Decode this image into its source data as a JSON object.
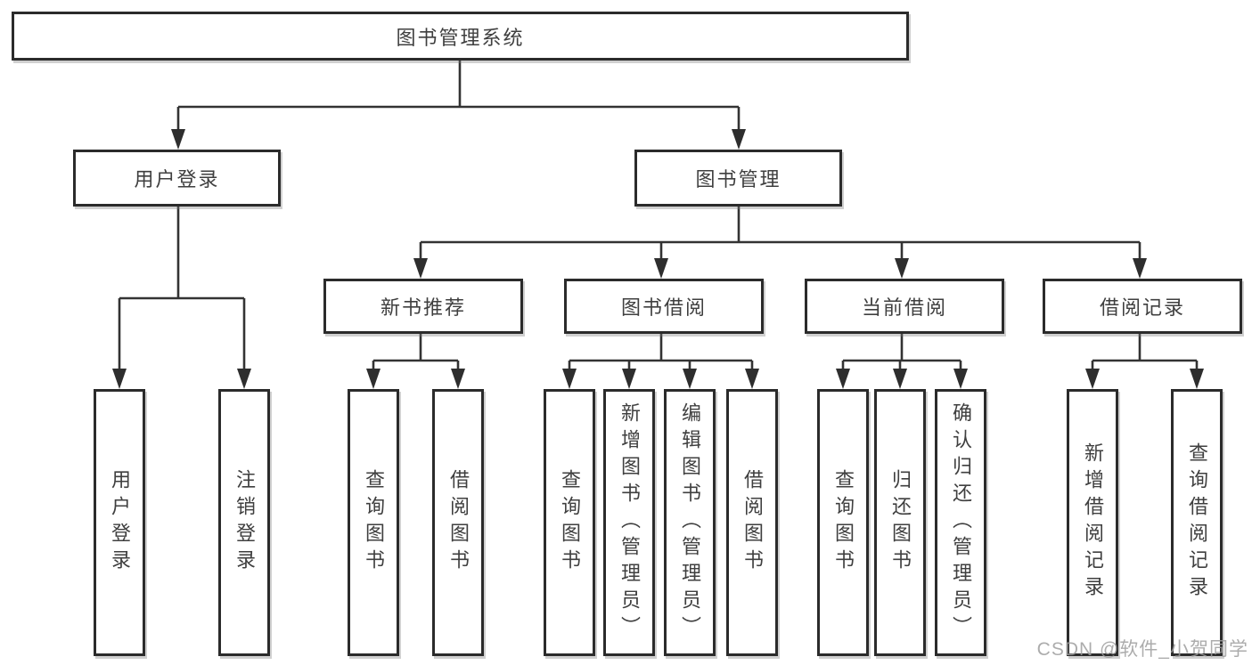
{
  "title": "图书管理系统",
  "watermark": "CSDN @软件_小贺同学",
  "colors": {
    "line": "#333333",
    "box_border": "#2b2b2b",
    "text": "#3f3f3f",
    "watermark": "#9e9e9e",
    "background": "#ffffff"
  },
  "level2": {
    "user_login": "用户登录",
    "book_mgmt": "图书管理"
  },
  "level3": {
    "new_books": "新书推荐",
    "book_borrow": "图书借阅",
    "current_borrow": "当前借阅",
    "borrow_records": "借阅记录"
  },
  "leaves": {
    "user_login": [
      "用户登录",
      "注销登录"
    ],
    "new_books": [
      "查询图书",
      "借阅图书"
    ],
    "book_borrow": [
      "查询图书",
      "新增图书（管理员）",
      "编辑图书（管理员）",
      "借阅图书"
    ],
    "current_borrow": [
      "查询图书",
      "归还图书",
      "确认归还（管理员）"
    ],
    "borrow_records": [
      "新增借阅记录",
      "查询借阅记录"
    ]
  }
}
